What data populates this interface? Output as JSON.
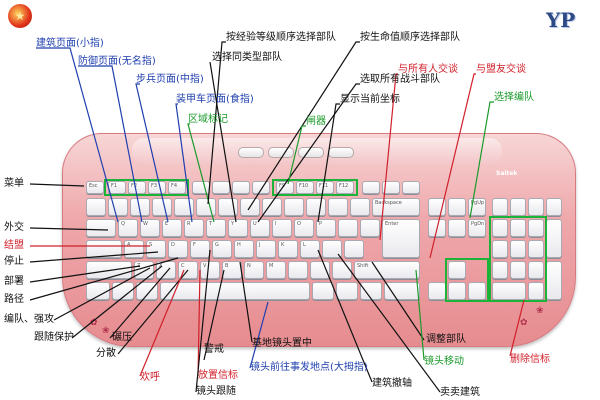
{
  "labels": {
    "jianzhu_xiaozhi": "建筑页面(小指)",
    "fangyu_wuming": "防御页面(无名指)",
    "bubing_zhongzhi": "步兵页面(中指)",
    "zhuangjia_shizhi": "装甲车页面(食指)",
    "quyu_biaoji": "区域标记",
    "anjingyan": "按经验等级顺序选择部队",
    "xuanze_tonglei": "选择同类型部队",
    "anshengming": "按生命值顺序选择部队",
    "xuanqu_zhandou": "选取所有战斗部队",
    "xianshi_zuobiao": "显示当前坐标",
    "zhaqi": "闸器",
    "yu_suoyouren": "与所有人交谈",
    "yu_mengyou": "与盟友交谈",
    "xuanze_biandui": "选择编队",
    "caidan": "菜单",
    "waijiao": "外交",
    "jiemeng": "结盟",
    "tingzhi": "停止",
    "bushu": "部署",
    "lujing": "路径",
    "biandui_qiangong": "编队、强攻",
    "gensui_baohu": "跟随保护",
    "nianya": "碾压",
    "fensan": "分散",
    "huanhu": "欢呼",
    "fangzhi_xinbiao": "放置信标",
    "jingjie": "警戒",
    "jingtou_gensui": "镜头跟随",
    "jidi_jingtou": "基地镜头置中",
    "jingtou_qianwang": "镜头前往事发地点(大拇指)",
    "tiaozheng_budui": "调整部队",
    "jingtou_yidong": "镜头移动",
    "shanchu_xinbiao": "删除信标",
    "jianzhu_jiaodi": "建筑撤轴",
    "maimai_jianzhu": "卖卖建筑"
  },
  "keys": {
    "esc": "Esc",
    "f1": "F1",
    "f2": "F2",
    "f3": "F3",
    "f4": "F4",
    "f9": "F9",
    "f10": "F10",
    "f11": "F11",
    "f12": "F12",
    "backspace": "Backspace",
    "enter": "Enter",
    "shift": "Shift",
    "q": "Q",
    "w": "W",
    "e": "E",
    "r": "R",
    "t": "T",
    "y": "Y",
    "u": "U",
    "i": "I",
    "o": "O",
    "p": "P",
    "a": "A",
    "s": "S",
    "d": "D",
    "f": "F",
    "g": "G",
    "h": "H",
    "j": "J",
    "k": "K",
    "l": "L",
    "z": "Z",
    "x": "X",
    "c": "C",
    "v": "V",
    "b": "B",
    "n": "N",
    "m": "M",
    "pgup": "PgUp",
    "pgdn": "PgDn"
  },
  "brand": "Saitek",
  "colors": {
    "black": "#111111",
    "blue": "#1f3fae",
    "red": "#d0202a",
    "green": "#1a9a2a",
    "keyboard_pink": "#efa8ab"
  }
}
